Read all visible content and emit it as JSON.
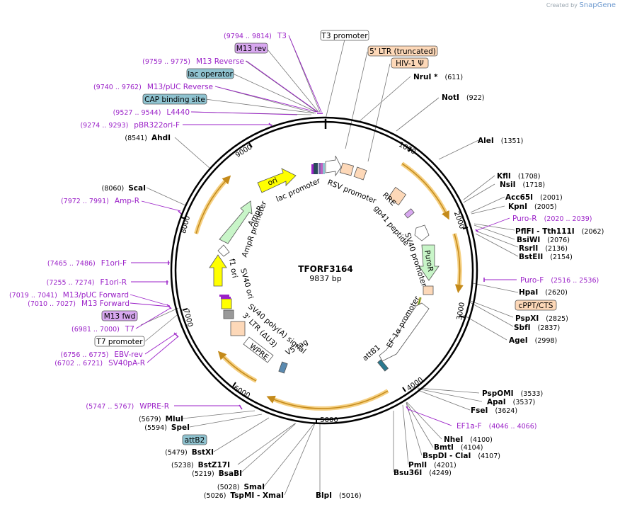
{
  "credit": {
    "prefix": "Created by",
    "brand": "SnapGene"
  },
  "plasmid": {
    "name": "TFORF3164",
    "length_label": "9837 bp",
    "length": 9837
  },
  "ticks": [
    "1000",
    "2000",
    "3000",
    "4000",
    "5000",
    "6000",
    "7000",
    "8000",
    "9000"
  ],
  "enzymes": [
    {
      "name": "NruI *",
      "pos": "(611)"
    },
    {
      "name": "NotI",
      "pos": "(922)"
    },
    {
      "name": "AleI",
      "pos": "(1351)"
    },
    {
      "name": "KflI",
      "pos": "(1708)"
    },
    {
      "name": "NsiI",
      "pos": "(1718)"
    },
    {
      "name": "Acc65I",
      "pos": "(2001)"
    },
    {
      "name": "KpnI",
      "pos": "(2005)"
    },
    {
      "name": "PflFI - Tth111I",
      "pos": "(2062)"
    },
    {
      "name": "BsiWI",
      "pos": "(2076)"
    },
    {
      "name": "RsrII",
      "pos": "(2136)"
    },
    {
      "name": "BstEII",
      "pos": "(2154)"
    },
    {
      "name": "HpaI",
      "pos": "(2620)"
    },
    {
      "name": "PspXI",
      "pos": "(2825)"
    },
    {
      "name": "SbfI",
      "pos": "(2837)"
    },
    {
      "name": "AgeI",
      "pos": "(2998)"
    },
    {
      "name": "PspOMI",
      "pos": "(3533)"
    },
    {
      "name": "ApaI",
      "pos": "(3537)"
    },
    {
      "name": "FseI",
      "pos": "(3624)"
    },
    {
      "name": "NheI",
      "pos": "(4100)"
    },
    {
      "name": "BmtI",
      "pos": "(4104)"
    },
    {
      "name": "BspDI - ClaI",
      "pos": "(4107)"
    },
    {
      "name": "PmlI",
      "pos": "(4201)"
    },
    {
      "name": "Bsu36I",
      "pos": "(4249)"
    },
    {
      "name": "BlpI",
      "pos": "(5016)"
    },
    {
      "name": "TspMI - XmaI",
      "pos": "(5026)"
    },
    {
      "name": "SmaI",
      "pos": "(5028)"
    },
    {
      "name": "BsaBI",
      "pos": "(5219)"
    },
    {
      "name": "BstZ17I",
      "pos": "(5238)"
    },
    {
      "name": "BstXI",
      "pos": "(5479)"
    },
    {
      "name": "SpeI",
      "pos": "(5594)"
    },
    {
      "name": "MluI",
      "pos": "(5679)"
    },
    {
      "name": "ScaI",
      "pos": "(8060)"
    },
    {
      "name": "AhdI",
      "pos": "(8541)"
    }
  ],
  "primers": [
    {
      "name": "T3",
      "pos": "(9794 .. 9814)"
    },
    {
      "name": "M13 Reverse",
      "pos": "(9759 .. 9775)"
    },
    {
      "name": "M13/pUC Reverse",
      "pos": "(9740 .. 9762)"
    },
    {
      "name": "L4440",
      "pos": "(9527 .. 9544)"
    },
    {
      "name": "pBR322ori-F",
      "pos": "(9274 .. 9293)"
    },
    {
      "name": "Amp-R",
      "pos": "(7972 .. 7991)"
    },
    {
      "name": "F1ori-F",
      "pos": "(7465 .. 7486)"
    },
    {
      "name": "F1ori-R",
      "pos": "(7255 .. 7274)"
    },
    {
      "name": "M13/pUC Forward",
      "pos": "(7019 .. 7041)"
    },
    {
      "name": "M13 Forward",
      "pos": "(7010 .. 7027)"
    },
    {
      "name": "T7",
      "pos": "(6981 .. 7000)"
    },
    {
      "name": "EBV-rev",
      "pos": "(6756 .. 6775)"
    },
    {
      "name": "SV40pA-R",
      "pos": "(6702 .. 6721)"
    },
    {
      "name": "WPRE-R",
      "pos": "(5747 .. 5767)"
    },
    {
      "name": "Puro-R",
      "pos": "(2020 .. 2039)"
    },
    {
      "name": "Puro-F",
      "pos": "(2516 .. 2536)"
    },
    {
      "name": "EF1a-F",
      "pos": "(4046 .. 4066)"
    }
  ],
  "boxed_features": [
    {
      "name": "M13 rev"
    },
    {
      "name": "lac operator"
    },
    {
      "name": "CAP binding site"
    },
    {
      "name": "T3 promoter"
    },
    {
      "name": "5' LTR (truncated)"
    },
    {
      "name": "HIV-1 Ψ"
    },
    {
      "name": "cPPT/CTS"
    },
    {
      "name": "M13 fwd"
    },
    {
      "name": "T7 promoter"
    },
    {
      "name": "attB2"
    }
  ],
  "inner_features": [
    {
      "name": "ori"
    },
    {
      "name": "lac promoter"
    },
    {
      "name": "RSV promoter"
    },
    {
      "name": "RRE"
    },
    {
      "name": "gp41 peptide"
    },
    {
      "name": "SV40 promoter"
    },
    {
      "name": "PuroR"
    },
    {
      "name": "EF-1α promoter"
    },
    {
      "name": "attB1"
    },
    {
      "name": "V5 tag"
    },
    {
      "name": "WPRE"
    },
    {
      "name": "3' LTR (ΔU3)"
    },
    {
      "name": "SV40 poly(A) signal"
    },
    {
      "name": "SV40 ori"
    },
    {
      "name": "f1 ori"
    },
    {
      "name": "AmpR promoter"
    },
    {
      "name": "AmpR"
    }
  ],
  "colors": {
    "primer": "#9b22c8",
    "ori": "#ffff00",
    "promoter": "#ffffff",
    "ltr": "#fdd8b8",
    "puro": "#c8f5c8",
    "cap": "#8fc3d0",
    "m13": "#d8a8f0",
    "orf_highlight": "#f5cf80",
    "orf_arrow": "#c48a1a"
  }
}
